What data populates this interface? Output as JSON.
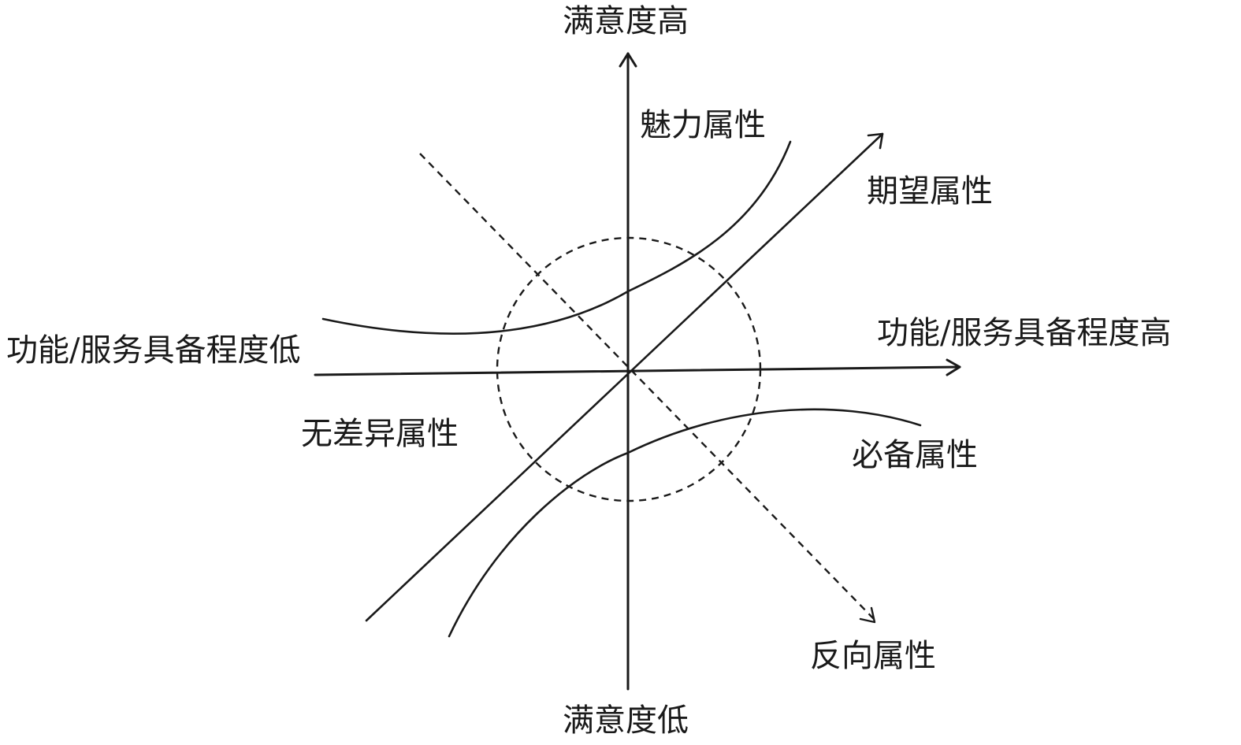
{
  "axes": {
    "y_top": "满意度高",
    "y_bottom": "满意度低",
    "x_left": "功能/服务具备程度低",
    "x_right": "功能/服务具备程度高"
  },
  "categories": {
    "attractive": "魅力属性",
    "one_dimensional": "期望属性",
    "indifferent": "无差异属性",
    "must_be": "必备属性",
    "reverse": "反向属性"
  },
  "colors": {
    "ink": "#1a1a1a",
    "background": "#ffffff"
  }
}
